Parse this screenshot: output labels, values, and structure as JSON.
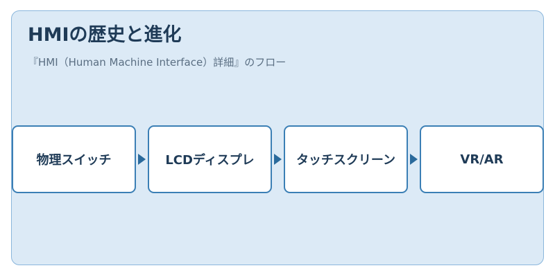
{
  "diagram": {
    "title": "HMIの歴史と進化",
    "subtitle": "『HMI（Human Machine Interface）詳細』のフロー",
    "nodes": [
      {
        "label": "物理スイッチ"
      },
      {
        "label": "LCDディスプレ"
      },
      {
        "label": "タッチスクリーン"
      },
      {
        "label": "VR/AR"
      }
    ]
  },
  "colors": {
    "background": "#dceaf6",
    "border": "#8ab6dc",
    "node_border": "#3b7fb5",
    "arrow": "#2a6a9c",
    "text": "#1f3b57"
  }
}
